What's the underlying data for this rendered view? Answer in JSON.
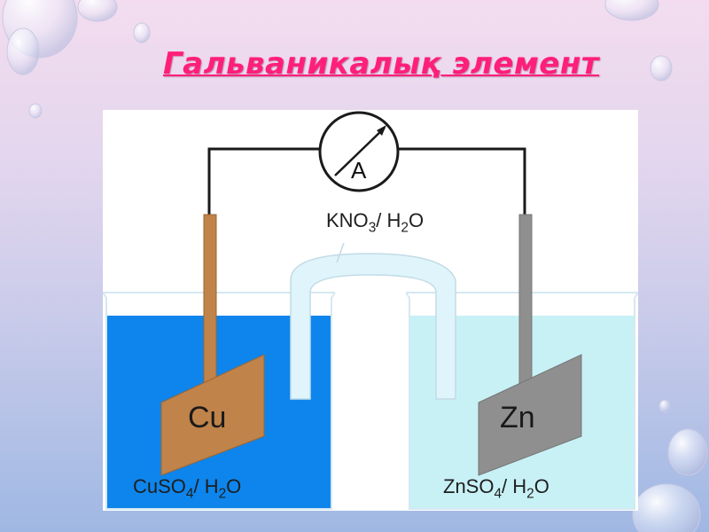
{
  "title": "Гальваникалық элемент",
  "diagram": {
    "ammeter_label": "A",
    "salt_bridge_label": {
      "main": "KNO",
      "sub": "3",
      "rest": "/ H",
      "sub2": "2",
      "tail": "O"
    },
    "left_electrode": "Cu",
    "right_electrode": "Zn",
    "left_solution": {
      "main": "CuSO",
      "sub": "4",
      "rest": "/ H",
      "sub2": "2",
      "tail": "O"
    },
    "right_solution": {
      "main": "ZnSO",
      "sub": "4",
      "rest": "/ H",
      "sub2": "2",
      "tail": "O"
    }
  },
  "colors": {
    "title": "#ff1f7a",
    "copper": "#c0834a",
    "zinc": "#8f8f8f",
    "cuso4_solution": "#0d85ec",
    "znso4_solution": "#c8f1f6",
    "salt_bridge": "#dff4fb",
    "wire": "#1a1a1a"
  }
}
